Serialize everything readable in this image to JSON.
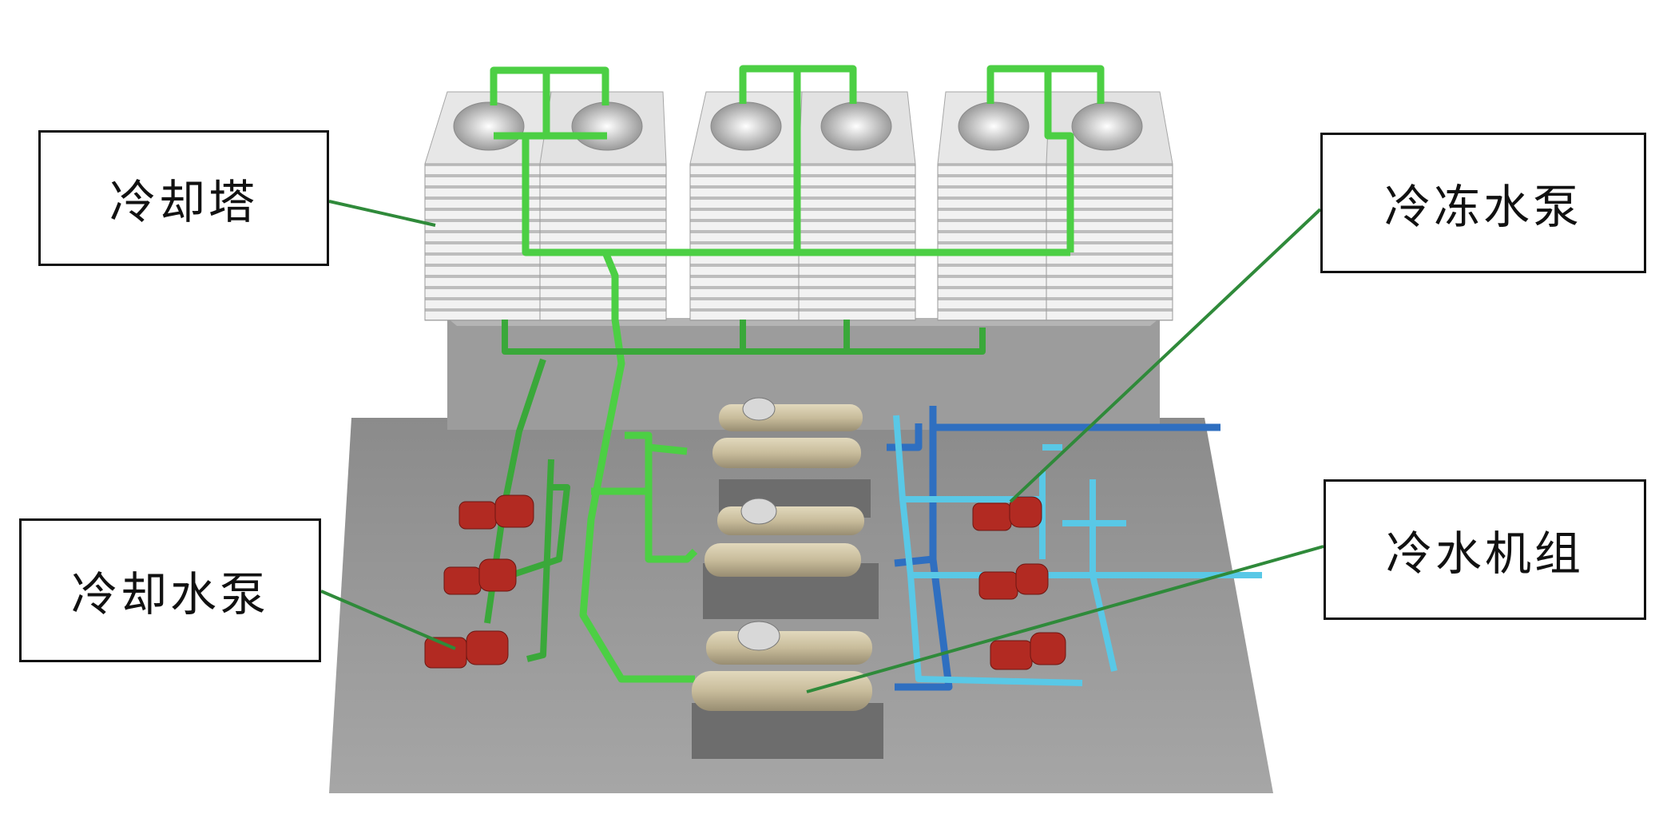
{
  "labels": {
    "cooling_tower": "冷却塔",
    "cooling_water_pump": "冷却水泵",
    "chilled_water_pump": "冷冻水泵",
    "chiller_unit": "冷水机组"
  },
  "colors": {
    "floor": "#8f8f8f",
    "platform": "#9a9a9a",
    "tower_body": "#ececec",
    "cooling_pipe": "#4ccf44",
    "cooling_pipe_dark": "#3aa83a",
    "chilled_supply": "#2f6fc0",
    "chilled_return": "#59c8e6",
    "pump_red": "#b22a22",
    "chiller_body": "#c9bea0",
    "leader_line": "#2f8a3a",
    "box_border": "#111111"
  }
}
